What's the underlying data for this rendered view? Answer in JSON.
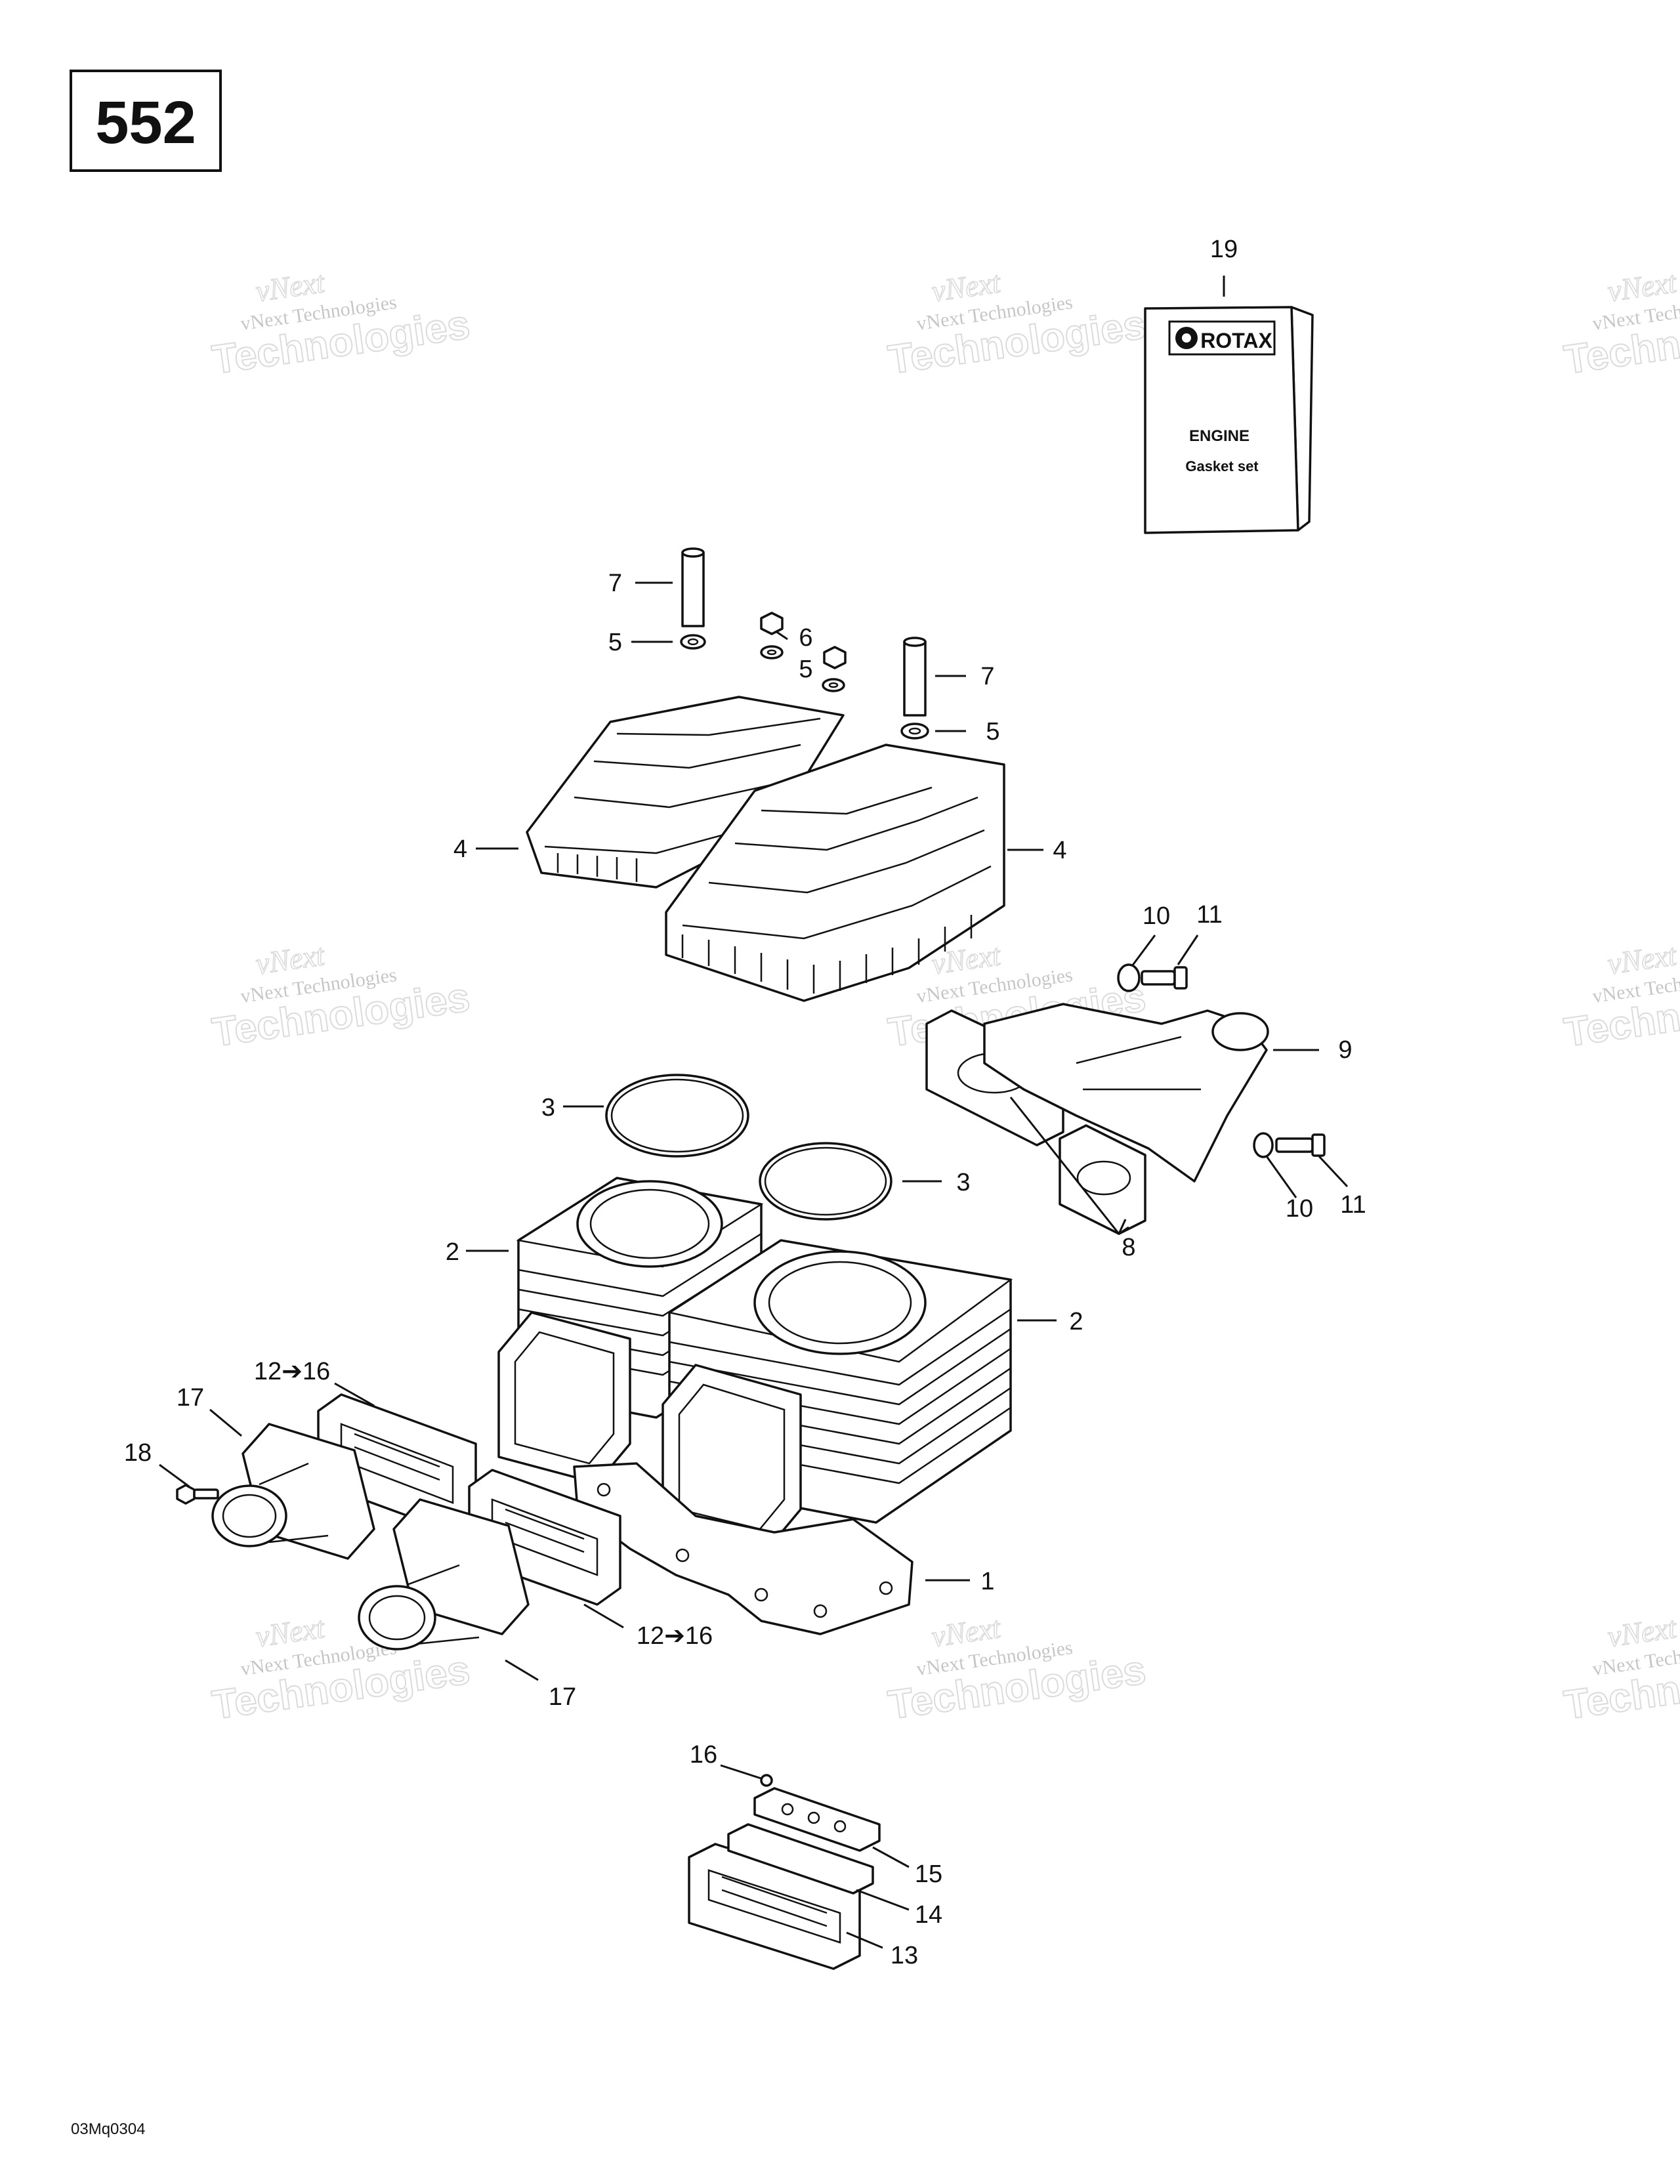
{
  "page_number": "552",
  "figure_code": "03Mq0304",
  "watermark": {
    "brand": "vNext",
    "text": "vNext Technologies",
    "word": "Technologies"
  },
  "kit": {
    "brand": "ROTAX",
    "line1": "ENGINE",
    "line2": "Gasket set"
  },
  "callouts": {
    "c1": "1",
    "c2a": "2",
    "c2b": "2",
    "c3a": "3",
    "c3b": "3",
    "c4a": "4",
    "c4b": "4",
    "c5a": "5",
    "c5b": "5",
    "c5c": "5",
    "c6": "6",
    "c7a": "7",
    "c7b": "7",
    "c8": "8",
    "c9": "9",
    "c10a": "10",
    "c10b": "10",
    "c11a": "11",
    "c11b": "11",
    "c1216a": "12➔16",
    "c1216b": "12➔16",
    "c13": "13",
    "c14": "14",
    "c15": "15",
    "c16": "16",
    "c17a": "17",
    "c17b": "17",
    "c18": "18",
    "c19": "19"
  }
}
